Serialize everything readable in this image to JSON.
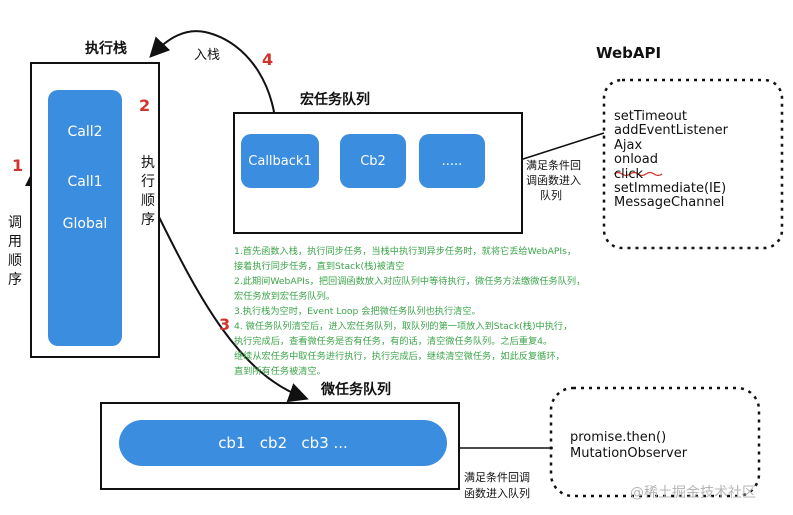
{
  "exec_stack": {
    "title": "执行栈",
    "frames": [
      "Call2",
      "Call1",
      "Global"
    ],
    "call_order_label": "调用顺序",
    "exec_order_label": "执行顺序",
    "marker_1": "1",
    "marker_2": "2"
  },
  "push_stack": {
    "label": "入栈",
    "marker": "4"
  },
  "macro_queue": {
    "title": "宏任务队列",
    "items": [
      "Callback1",
      "Cb2",
      "....."
    ],
    "condition_label": [
      "满足条件回",
      "调函数进入",
      "队列"
    ]
  },
  "web_api": {
    "title": "WebAPI",
    "items": [
      "setTimeout",
      "addEventListener",
      "Ajax",
      "onload",
      "click",
      "setImmediate(IE)",
      "MessageChannel"
    ]
  },
  "notes": [
    "1.首先函数入栈，执行同步任务，当栈中执行到异步任务时，就将它丢给WebAPIs，",
    "接着执行同步任务，直到Stack(栈)被清空",
    "2.此期间WebAPIs，把回调函数放入对应队列中等待执行，微任务方法缴微任务队列，",
    "宏任务放到宏任务队列。",
    "3.执行栈为空时，Event Loop 会把微任务队列也执行清空。",
    "4. 微任务队列清空后，进入宏任务队列，取队列的第一项放入到Stack(栈)中执行，",
    "执行完成后，查看微任务是否有任务，有的话，清空微任务队列。之后重复4。",
    "继续从宏任务中取任务进行执行，执行完成后，继续清空微任务，如此反复循环，",
    "直到所有任务被清空。"
  ],
  "micro_queue": {
    "title": "微任务队列",
    "marker": "3",
    "items_text": "cb1   cb2   cb3 ...",
    "condition_label": [
      "满足条件回调",
      "函数进入队列"
    ]
  },
  "micro_api": {
    "items": [
      "promise.then()",
      "MutationObserver"
    ]
  },
  "watermark": "@稀土掘金技术社区"
}
